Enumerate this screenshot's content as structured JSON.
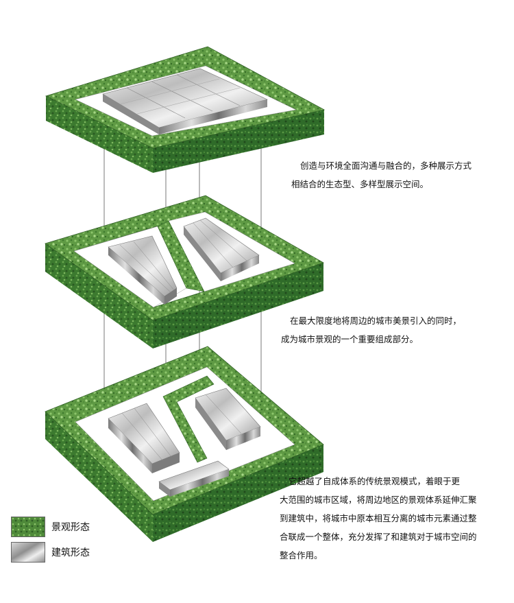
{
  "captions": [
    [
      "创造与环境全面沟通与融合的，多种展示方式",
      "相结合的生态型、多样型展示空间。"
    ],
    [
      "在最大限度地将周边的城市美景引入的同时，",
      "成为城市景观的一个重要组成部分。"
    ],
    [
      "它超越了自成体系的传统景观模式，着眼于更",
      "大范围的城市区域，将周边地区的景观体系延伸汇聚",
      "到建筑中，将城市中原本相互分离的城市元素通过整",
      "合联成一个整体，充分发挥了和建筑对于城市空间的",
      "整合作用。"
    ]
  ],
  "legend": [
    {
      "label": "景观形态",
      "swatch": "landscape"
    },
    {
      "label": "建筑形态",
      "swatch": "building"
    }
  ],
  "colors": {
    "hedge_top": "#5f9a44",
    "hedge_left": "#3c7a2f",
    "hedge_right": "#2f6b29",
    "building_light": "#e6e6e6",
    "building_dark": "#8a8a8a",
    "guide_line": "#555555"
  }
}
